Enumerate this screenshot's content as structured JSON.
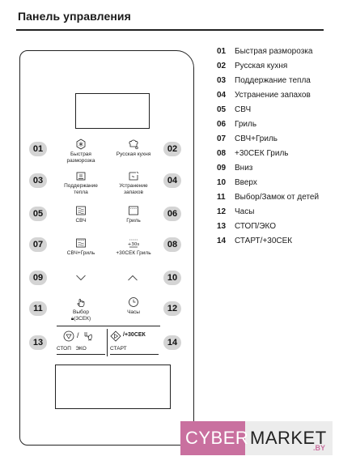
{
  "page": {
    "title": "Панель управления"
  },
  "panel": {
    "buttons": [
      {
        "label_line1": "Быстрая",
        "label_line2": "разморозка",
        "icon": "snowflake-defrost-icon"
      },
      {
        "label_line1": "Русская кухня",
        "label_line2": "",
        "icon": "chef-hat-icon"
      },
      {
        "label_line1": "Поддержание",
        "label_line2": "тепла",
        "icon": "keep-warm-icon"
      },
      {
        "label_line1": "Устранение",
        "label_line2": "запахов",
        "icon": "deodorize-icon"
      },
      {
        "label_line1": "СВЧ",
        "label_line2": "",
        "icon": "microwave-waves-icon"
      },
      {
        "label_line1": "Гриль",
        "label_line2": "",
        "icon": "grill-icon"
      },
      {
        "label_line1": "СВЧ+Гриль",
        "label_line2": "",
        "icon": "combi-icon"
      },
      {
        "label_line1": "+30СЕК Гриль",
        "label_line2": "",
        "icon": "plus30-grill-icon"
      },
      {
        "label_line1": "",
        "label_line2": "",
        "icon": "chevron-down-icon"
      },
      {
        "label_line1": "",
        "label_line2": "",
        "icon": "chevron-up-icon"
      },
      {
        "label_line1": "Выбор",
        "label_line2": "(3СЕК)",
        "icon": "hand-select-icon"
      },
      {
        "label_line1": "Часы",
        "label_line2": "",
        "icon": "clock-icon"
      }
    ],
    "stop_eco": {
      "separator": "/",
      "label_stop": "СТОП",
      "label_eco": "ЭКО"
    },
    "start": {
      "text": "/+30СЕК",
      "label": "СТАРТ"
    }
  },
  "badges": [
    "01",
    "02",
    "03",
    "04",
    "05",
    "06",
    "07",
    "08",
    "09",
    "10",
    "11",
    "12",
    "13",
    "14"
  ],
  "legend": [
    {
      "num": "01",
      "text": "Быстрая разморозка"
    },
    {
      "num": "02",
      "text": "Русская кухня"
    },
    {
      "num": "03",
      "text": "Поддержание тепла"
    },
    {
      "num": "04",
      "text": "Устранение запахов"
    },
    {
      "num": "05",
      "text": "СВЧ"
    },
    {
      "num": "06",
      "text": "Гриль"
    },
    {
      "num": "07",
      "text": "СВЧ+Гриль"
    },
    {
      "num": "08",
      "text": "+30СЕК Гриль"
    },
    {
      "num": "09",
      "text": "Вниз"
    },
    {
      "num": "10",
      "text": "Вверх"
    },
    {
      "num": "11",
      "text": "Выбор/Замок от детей"
    },
    {
      "num": "12",
      "text": "Часы"
    },
    {
      "num": "13",
      "text": "СТОП/ЭКО"
    },
    {
      "num": "14",
      "text": "СТАРТ/+30СЕК"
    }
  ],
  "logo": {
    "part1": "CYBER",
    "part2": "MARKET",
    "part3": ".BY",
    "colors": {
      "accent": "#c9709f",
      "light": "#ececec"
    }
  }
}
